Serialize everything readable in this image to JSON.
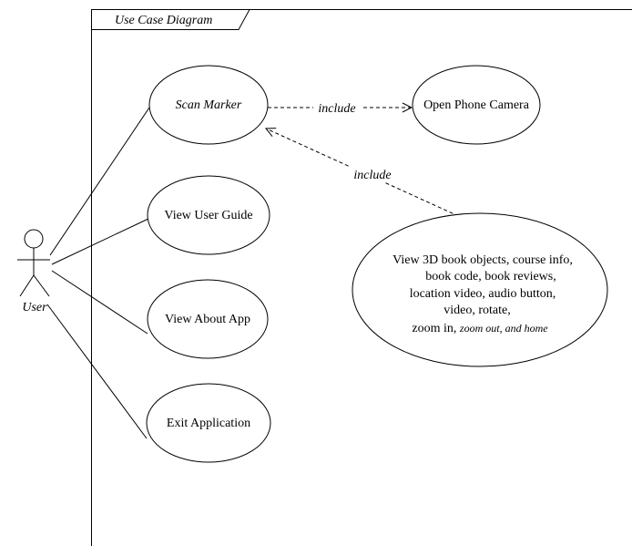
{
  "frame": {
    "title": "Use Case Diagram"
  },
  "actor": {
    "name": "User"
  },
  "use_cases": {
    "scan_marker": "Scan Marker",
    "open_camera": "Open Phone Camera",
    "view_user_guide": "View User Guide",
    "view_about_app": "View About App",
    "exit_application": "Exit Application",
    "view_3d": {
      "line1": "View 3D book objects, course info,",
      "line2": "book code, book reviews,",
      "line3": "location video, audio button,",
      "line4": "video, rotate,",
      "line5_regular": "zoom in, ",
      "line5_italic": "zoom out, and home"
    }
  },
  "relations": {
    "include_top": "include",
    "include_bottom": "include"
  }
}
